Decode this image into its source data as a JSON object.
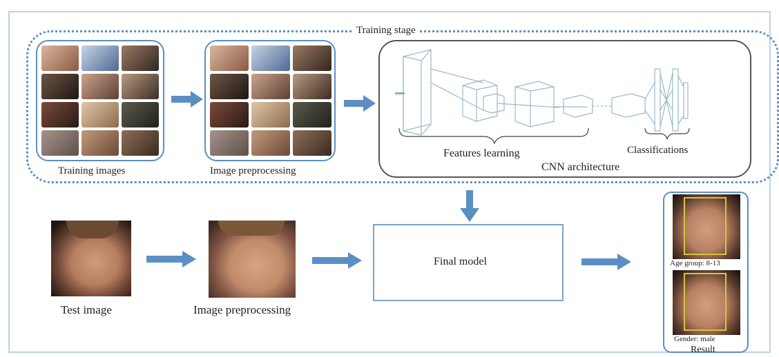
{
  "stage": {
    "title": "Training stage",
    "training_images_label": "Training images",
    "preprocessing_label": "Image preprocessing",
    "features_label": "Features learning",
    "classifications_label": "Classifications",
    "cnn_label": "CNN architecture"
  },
  "test": {
    "test_image_label": "Test image",
    "preprocessing_label": "Image preprocessing",
    "final_model_label": "Final model",
    "age_label": "Age group: 8-13",
    "gender_label": "Gender: male",
    "result_label": "Result"
  },
  "colors": {
    "arrow": "#5b8fc4",
    "border": "#5b8fc4",
    "face_tones": [
      "#c9a48a",
      "#8a6a55",
      "#b48c73",
      "#6e4f3c",
      "#d8b79d",
      "#5a4438",
      "#a37c62",
      "#7d5d49",
      "#caa086",
      "#4a3a30",
      "#b99279",
      "#8f6b55"
    ]
  }
}
